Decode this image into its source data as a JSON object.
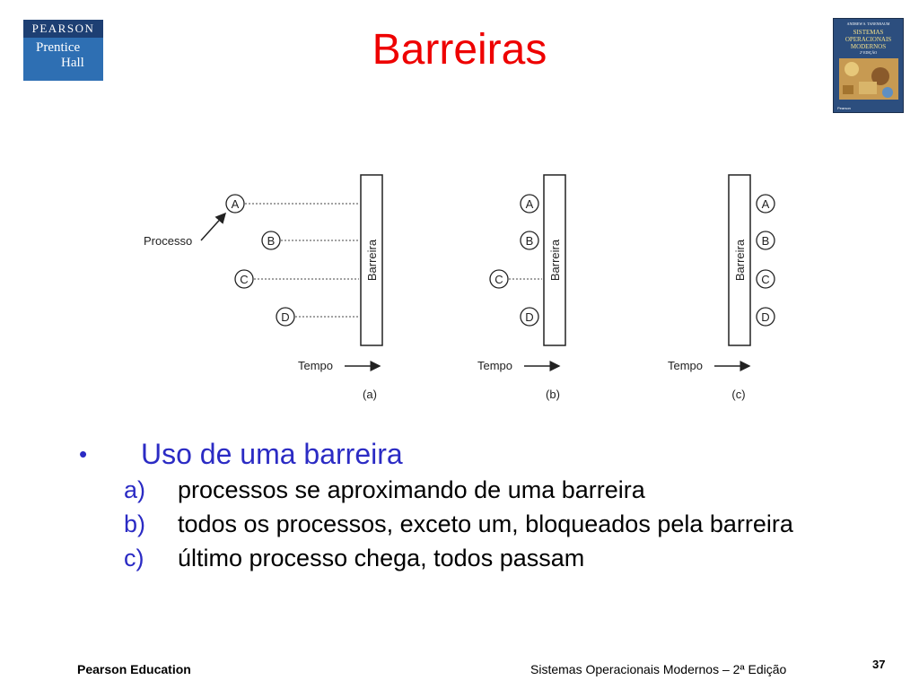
{
  "logo": {
    "line1": "PEARSON",
    "line2": "Prentice",
    "line3": "Hall"
  },
  "title": "Barreiras",
  "book_cover": {
    "author": "ANDREW S. TANENBAUM",
    "title_lines": [
      "SISTEMAS",
      "OPERACIONAIS",
      "MODERNOS"
    ],
    "edition": "2ª EDIÇÃO",
    "publisher": "Pearson"
  },
  "diagram": {
    "process_label": "Processo",
    "barrier_label": "Barreira",
    "time_label": "Tempo",
    "processes": [
      "A",
      "B",
      "C",
      "D"
    ],
    "panels": [
      "(a)",
      "(b)",
      "(c)"
    ]
  },
  "content": {
    "main_bullet_symbol": "•",
    "main_bullet": "Uso de uma barreira",
    "items": [
      {
        "label": "a)",
        "text": "processos se aproximando de uma barreira"
      },
      {
        "label": "b)",
        "text": "todos os processos, exceto um, bloqueados pela barreira"
      },
      {
        "label": "c)",
        "text": "último processo chega, todos passam"
      }
    ]
  },
  "footer": {
    "left": "Pearson Education",
    "right": "Sistemas Operacionais Modernos – 2ª Edição",
    "page": "37"
  }
}
